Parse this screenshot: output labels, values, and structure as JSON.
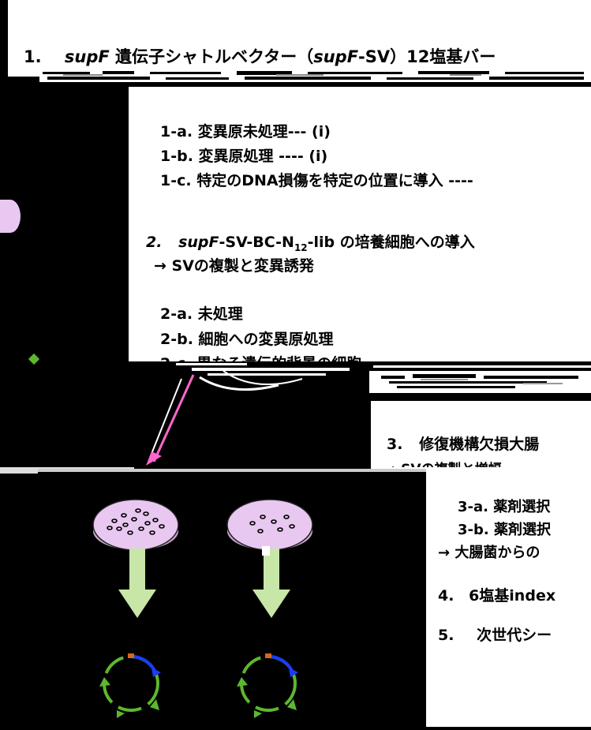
{
  "title": {
    "number": "1.",
    "gene": "supF",
    "text_a": " 遺伝子シャトルベクター（",
    "gene2": "supF",
    "text_b": "-SV）12塩基バー"
  },
  "steps_one": [
    {
      "prefix": "1-a.",
      "label": " 変異原未処理--- (i)"
    },
    {
      "prefix": "1-b.",
      "label": " 変異原処理 ---- (i)"
    },
    {
      "prefix": "1-c.",
      "label": " 特定のDNA損傷を特定の位置に導入 ----"
    }
  ],
  "step_two": {
    "number": "2.",
    "gene": "supF",
    "text_a": "-SV-BC-N",
    "subscript": "12",
    "text_b": "-lib の培養細胞への導入",
    "result": "→ SVの複製と変異誘発"
  },
  "steps_two_sub": [
    {
      "prefix": "2-a.",
      "label": " 未処理"
    },
    {
      "prefix": "2-b.",
      "label": " 細胞への変異原処理"
    },
    {
      "prefix": "2-c.",
      "label": " 異なる遺伝的背景の細胞"
    }
  ],
  "step_three": {
    "number": "3.",
    "label": "修復機構欠損大腸",
    "result": "→ SVの複製と増幅"
  },
  "steps_three_sub": [
    {
      "prefix": "3-a.",
      "label": " 薬剤選択"
    },
    {
      "prefix": "3-b.",
      "label": " 薬剤選択"
    },
    {
      "prefix": "",
      "label": "→ 大腸菌からの"
    }
  ],
  "step_four": {
    "number": "4.",
    "label": "6塩基index"
  },
  "step_five": {
    "number": "5.",
    "label": "次世代シー"
  },
  "colors": {
    "background": "#000000",
    "panel": "#ffffff",
    "dish": "#e8c8f0",
    "arrow": "#c8e6a8",
    "plasmid": "#5cb82e",
    "plasmid_blue": "#1a3cff",
    "plasmid_orange": "#d2691e",
    "pink_arrow": "#ff66cc"
  }
}
